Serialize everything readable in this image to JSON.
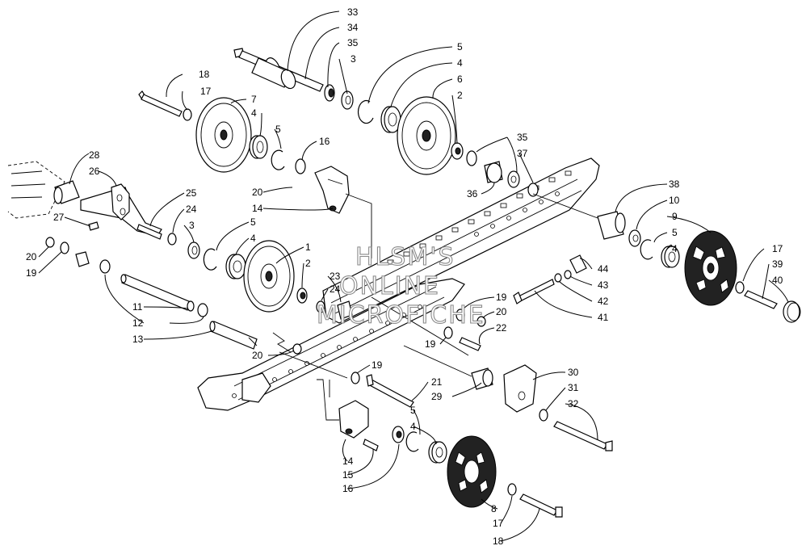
{
  "watermark": [
    "HLSM'S",
    "ONLINE",
    "MICROFICHE"
  ],
  "callouts": [
    {
      "id": "c33a",
      "text": "33"
    },
    {
      "id": "c34",
      "text": "34"
    },
    {
      "id": "c35a",
      "text": "35"
    },
    {
      "id": "c3a",
      "text": "3"
    },
    {
      "id": "c5a",
      "text": "5"
    },
    {
      "id": "c4a",
      "text": "4"
    },
    {
      "id": "c6",
      "text": "6"
    },
    {
      "id": "c2a",
      "text": "2"
    },
    {
      "id": "c35b",
      "text": "35"
    },
    {
      "id": "c37",
      "text": "37"
    },
    {
      "id": "c36",
      "text": "36"
    },
    {
      "id": "c18a",
      "text": "18"
    },
    {
      "id": "c17a",
      "text": "17"
    },
    {
      "id": "c7",
      "text": "7"
    },
    {
      "id": "c4b",
      "text": "4"
    },
    {
      "id": "c5b",
      "text": "5"
    },
    {
      "id": "c16a",
      "text": "16"
    },
    {
      "id": "c28",
      "text": "28"
    },
    {
      "id": "c26",
      "text": "26"
    },
    {
      "id": "c25",
      "text": "25"
    },
    {
      "id": "c24a",
      "text": "24"
    },
    {
      "id": "c3b",
      "text": "3"
    },
    {
      "id": "c5c",
      "text": "5"
    },
    {
      "id": "c4c",
      "text": "4"
    },
    {
      "id": "c27",
      "text": "27"
    },
    {
      "id": "c20a",
      "text": "20"
    },
    {
      "id": "c14a",
      "text": "14"
    },
    {
      "id": "c20b",
      "text": "20"
    },
    {
      "id": "c19a",
      "text": "19"
    },
    {
      "id": "c1",
      "text": "1"
    },
    {
      "id": "c2b",
      "text": "2"
    },
    {
      "id": "c23",
      "text": "23"
    },
    {
      "id": "c24b",
      "text": "24"
    },
    {
      "id": "c11",
      "text": "11"
    },
    {
      "id": "c12",
      "text": "12"
    },
    {
      "id": "c13",
      "text": "13"
    },
    {
      "id": "c20c",
      "text": "20"
    },
    {
      "id": "c38",
      "text": "38"
    },
    {
      "id": "c10",
      "text": "10"
    },
    {
      "id": "c9",
      "text": "9"
    },
    {
      "id": "c5d",
      "text": "5"
    },
    {
      "id": "c4d",
      "text": "4"
    },
    {
      "id": "c44",
      "text": "44"
    },
    {
      "id": "c43",
      "text": "43"
    },
    {
      "id": "c42",
      "text": "42"
    },
    {
      "id": "c41",
      "text": "41"
    },
    {
      "id": "c17b",
      "text": "17"
    },
    {
      "id": "c39",
      "text": "39"
    },
    {
      "id": "c40",
      "text": "40"
    },
    {
      "id": "c19b",
      "text": "19"
    },
    {
      "id": "c20d",
      "text": "20"
    },
    {
      "id": "c22",
      "text": "22"
    },
    {
      "id": "c19c",
      "text": "19"
    },
    {
      "id": "c19d",
      "text": "19"
    },
    {
      "id": "c21",
      "text": "21"
    },
    {
      "id": "c29",
      "text": "29"
    },
    {
      "id": "c30",
      "text": "30"
    },
    {
      "id": "c31",
      "text": "31"
    },
    {
      "id": "c32",
      "text": "32"
    },
    {
      "id": "c14b",
      "text": "14"
    },
    {
      "id": "c15",
      "text": "15"
    },
    {
      "id": "c16b",
      "text": "16"
    },
    {
      "id": "c5e",
      "text": "5"
    },
    {
      "id": "c4e",
      "text": "4"
    },
    {
      "id": "c8",
      "text": "8"
    },
    {
      "id": "c17c",
      "text": "17"
    },
    {
      "id": "c18b",
      "text": "18"
    }
  ]
}
